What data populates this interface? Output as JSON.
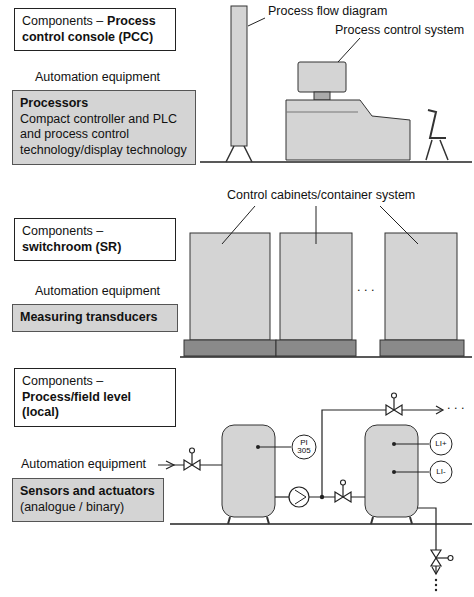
{
  "diagram": {
    "nodes": [
      {
        "text": [
          "Components –",
          "Process control console (PCC)"
        ]
      },
      {
        "text": [
          "Processors",
          "Compact controller and PLC and process control technology/display technology"
        ]
      },
      {
        "text": [
          "Components –",
          "switchroom (SR)"
        ]
      },
      {
        "text": [
          "Measuring transducers"
        ]
      },
      {
        "text": [
          "Components –",
          "Process/field level (local)"
        ]
      },
      {
        "text": [
          "Sensors and actuators",
          "(analogue / binary)"
        ]
      },
      {
        "text": [
          "PI",
          "305"
        ]
      },
      {
        "text": [
          "LI+"
        ]
      },
      {
        "text": [
          "LI-"
        ]
      }
    ],
    "labels": [
      "Process flow diagram",
      "Process control system",
      "Automation equipment",
      "Control cabinets/container system",
      "Automation equipment",
      ". . .",
      "Automation equipment",
      ". . ."
    ]
  }
}
